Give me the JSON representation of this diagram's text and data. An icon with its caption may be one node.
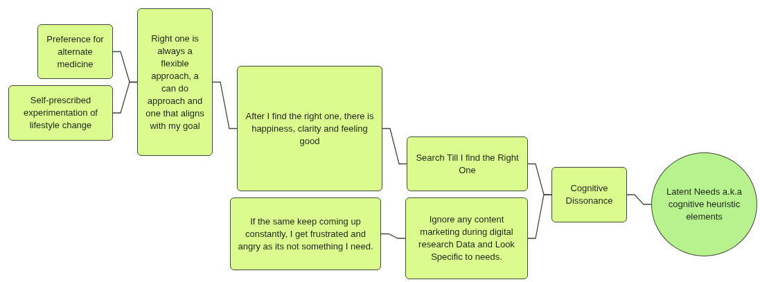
{
  "diagram": {
    "nodes": [
      {
        "text": [
          "Preference for alternate medicine"
        ]
      },
      {
        "text": [
          "Self-prescribed experimentation of lifestyle change"
        ]
      },
      {
        "text": [
          "Right one is always a flexible approach, a can do approach and one that aligns with my goal"
        ]
      },
      {
        "text": [
          "After I find the right one, there is happiness, clarity and feeling good"
        ]
      },
      {
        "text": [
          "Search Till I find the Right One"
        ]
      },
      {
        "text": [
          "If the same keep coming up constantly, I get frustrated and angry as its not something I need."
        ]
      },
      {
        "text": [
          "Ignore any content marketing during digital research Data and Look Specific to needs."
        ]
      },
      {
        "text": [
          "Cognitive Dissonance"
        ]
      },
      {
        "text": [
          "Latent Needs a.k.a cognitive heuristic elements"
        ]
      }
    ],
    "edges": [
      {
        "from": 0,
        "to": 2,
        "arrow": "none"
      },
      {
        "from": 1,
        "to": 2,
        "arrow": "none"
      },
      {
        "from": 2,
        "to": 3,
        "arrow": "none"
      },
      {
        "from": 3,
        "to": 4,
        "arrow": "none"
      },
      {
        "from": 5,
        "to": 6,
        "arrow": "none"
      },
      {
        "from": 4,
        "to": 7,
        "arrow": "none"
      },
      {
        "from": 6,
        "to": 7,
        "arrow": "none"
      },
      {
        "from": 7,
        "to": 8,
        "arrow": "none"
      }
    ]
  }
}
